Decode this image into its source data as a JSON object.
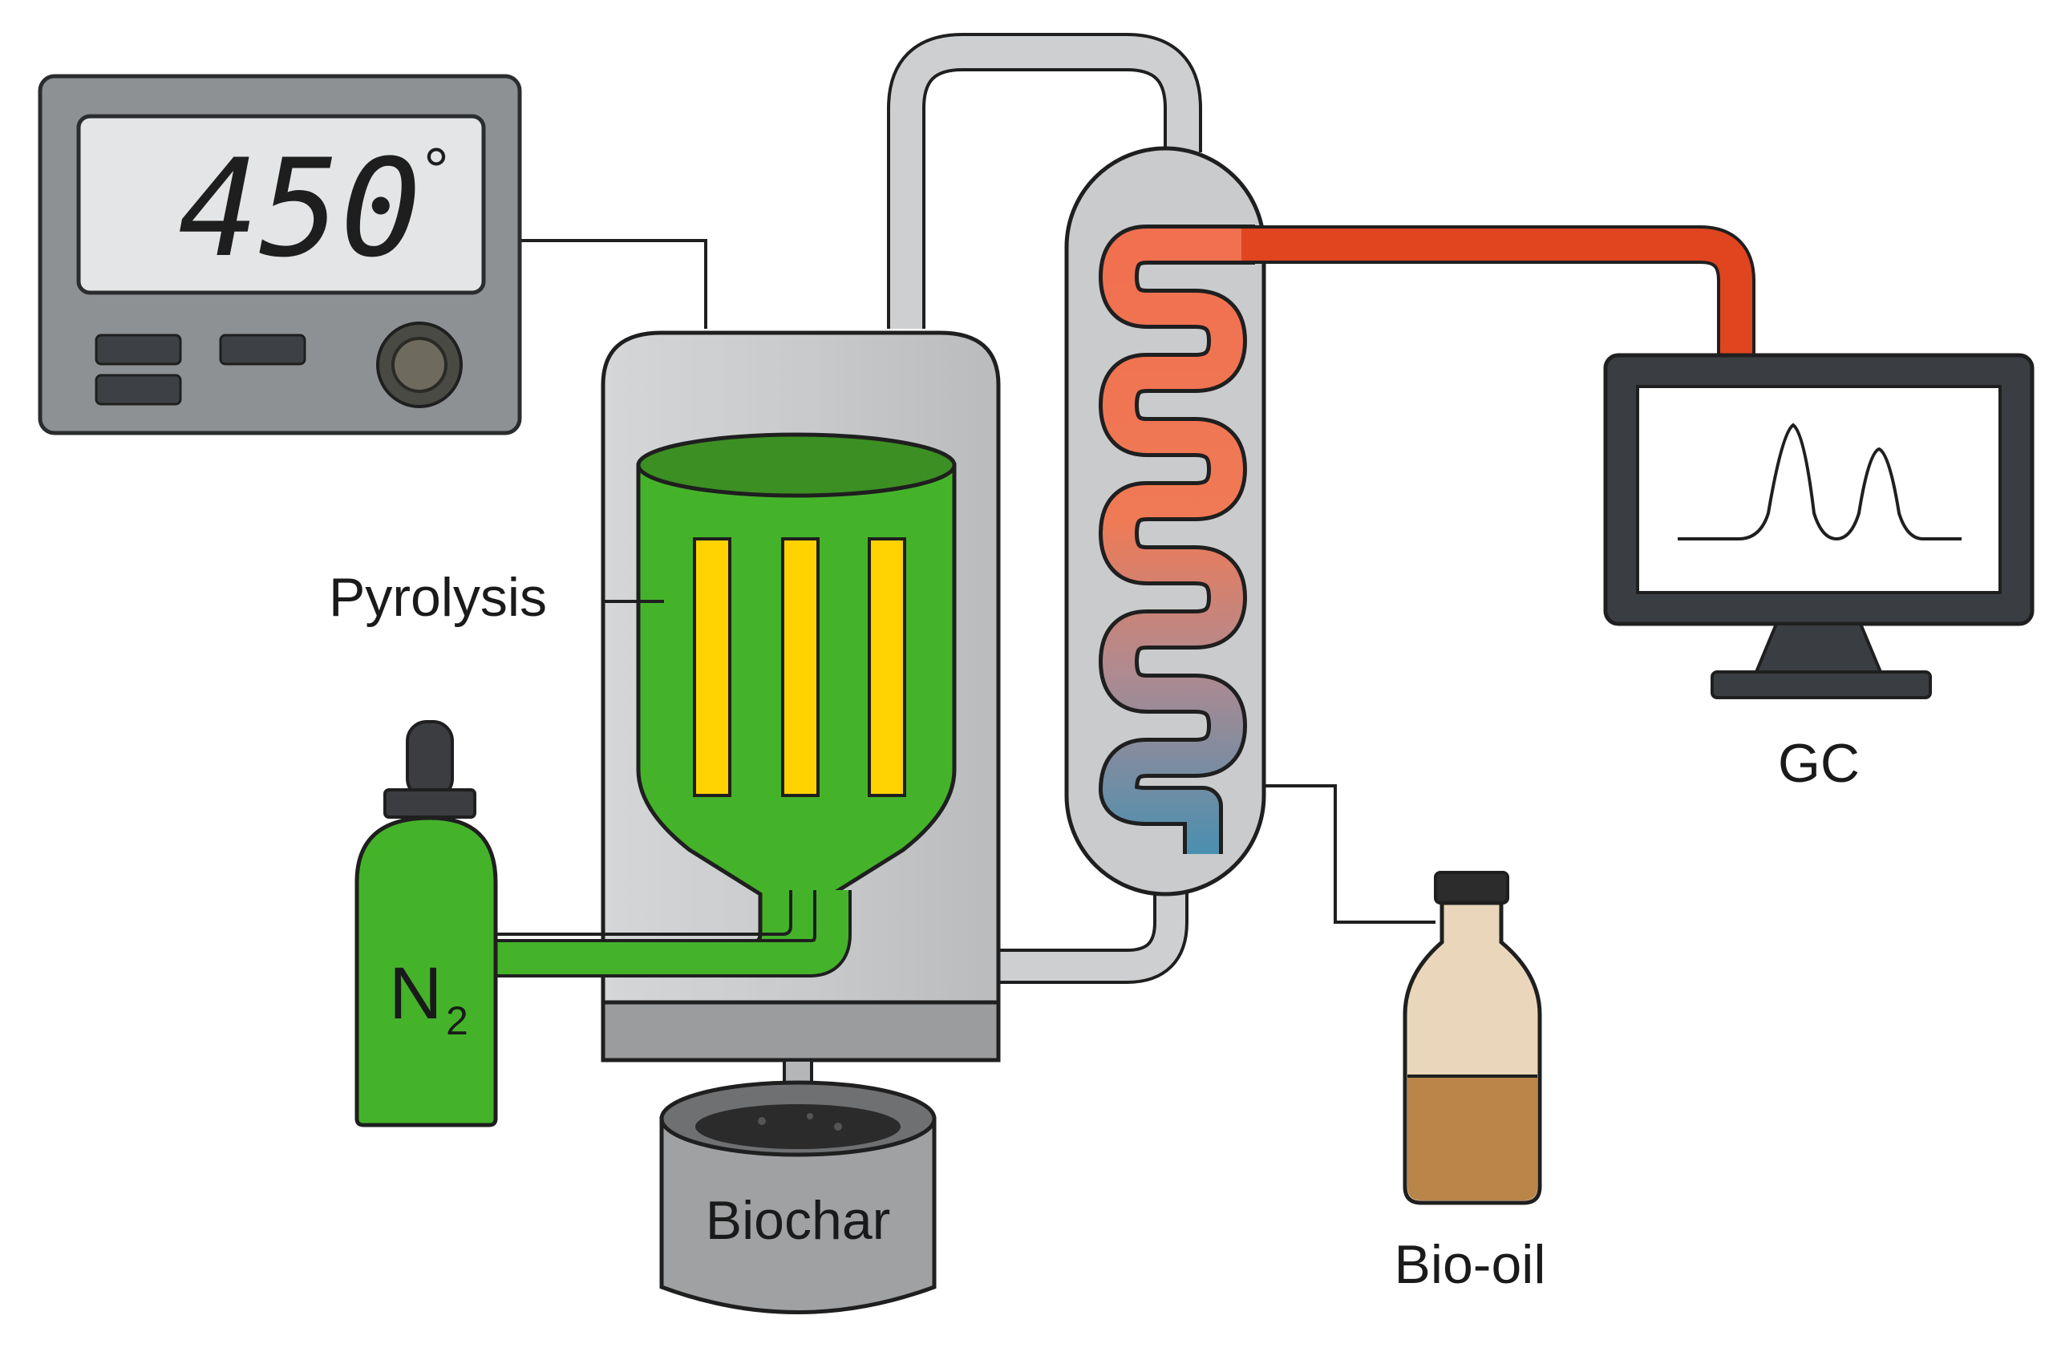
{
  "controller": {
    "display_value": "450",
    "display_unit": "°"
  },
  "labels": {
    "reactor": "Pyrolysis",
    "gas_cylinder_main": "N",
    "gas_cylinder_sub": "2",
    "char_container": "Biochar",
    "oil_bottle": "Bio-oil",
    "analyzer": "GC"
  },
  "colors": {
    "reactor_green": "#45b32a",
    "heater_yellow": "#ffd200",
    "hot_coil": "#f07050",
    "cold_coil": "#4a8fb0",
    "gc_line": "#e0451f",
    "bio_oil": "#b98549",
    "casing_gray": "#c8cacc",
    "dark_gray": "#3a3e42"
  },
  "icons": {
    "controller": "temperature-controller-icon",
    "cylinder": "gas-cylinder-icon",
    "monitor": "monitor-icon",
    "bottle": "bottle-icon"
  }
}
